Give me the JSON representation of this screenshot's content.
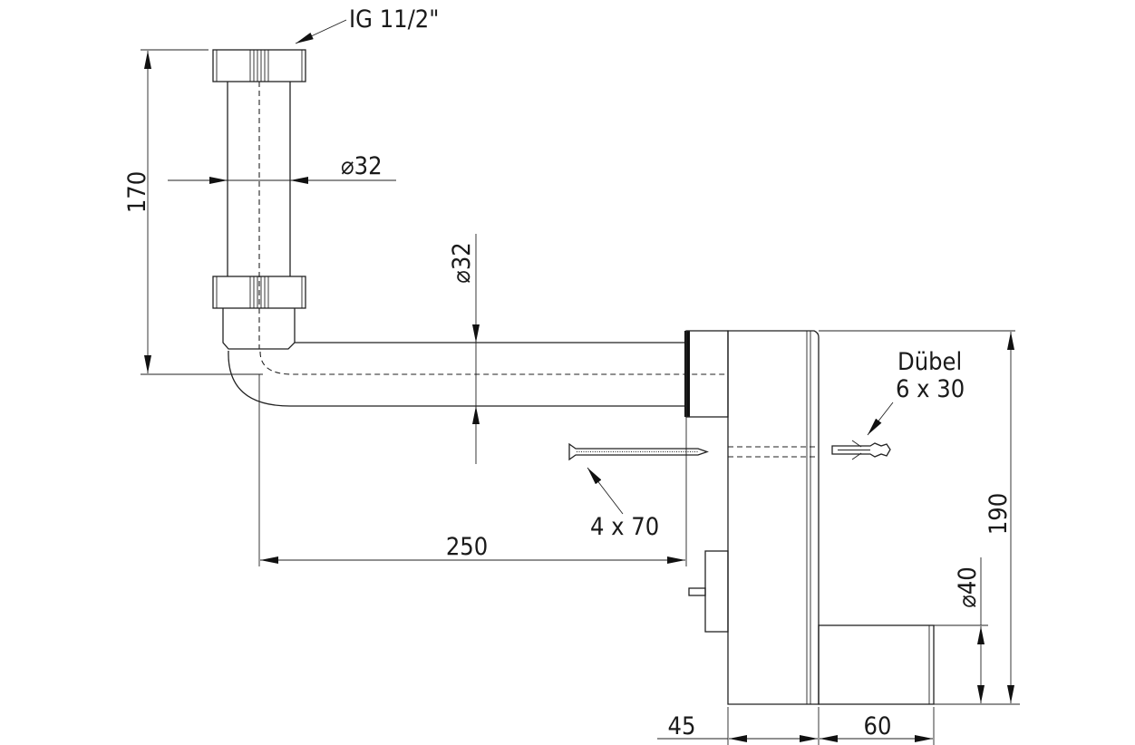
{
  "labels": {
    "thread": "IG 11/2\"",
    "dowel_line1": "Dübel",
    "dowel_line2": "6 x 30",
    "screw": "4 x 70"
  },
  "dimensions": {
    "height_inlet": "170",
    "dia_vertical_pipe": "⌀32",
    "dia_horizontal_pipe": "⌀32",
    "length_arm": "250",
    "height_body": "190",
    "dia_outlet": "⌀40",
    "depth_body": "45",
    "outlet_length": "60"
  }
}
